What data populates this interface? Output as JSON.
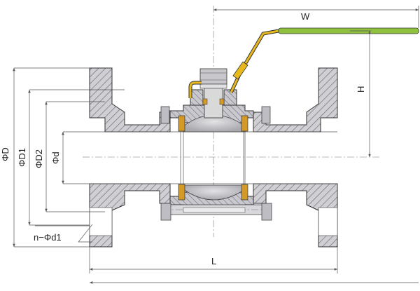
{
  "labels": {
    "width": "W",
    "height": "H",
    "length": "L",
    "flange_od": "ΦD",
    "bolt_circle": "ΦD1",
    "raised_face": "ΦD2",
    "bore": "Φd",
    "bolt_holes": "n−Φd1"
  },
  "colors": {
    "body_fill": "#cfcfd4",
    "hatch": "#6a6a74",
    "handle_sleeve": "#8fc13e",
    "handle_lever": "#e7b81c",
    "seat": "#d39a28",
    "stem": "#d9d9d9",
    "ball": "#b9b9bd"
  },
  "icons": {
    "valve": "ball-valve-section-icon"
  }
}
